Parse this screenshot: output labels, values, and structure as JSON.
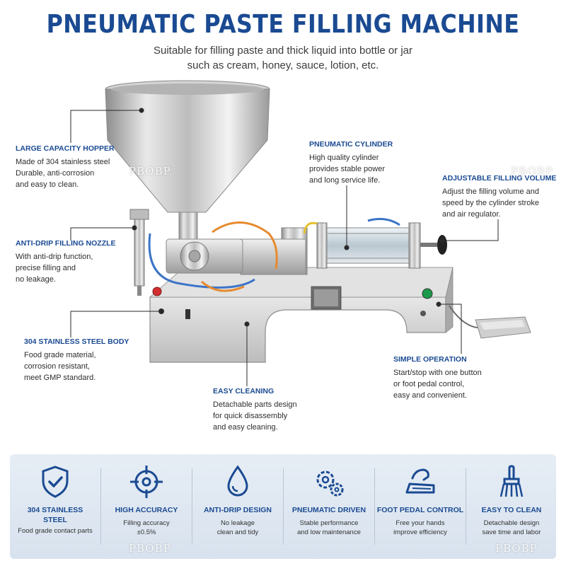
{
  "title": "PNEUMATIC PASTE FILLING MACHINE",
  "subtitle": {
    "line1": "Suitable for filling paste and thick liquid into bottle or jar",
    "line2": "such as cream, honey, sauce, lotion, etc."
  },
  "callouts": {
    "hopper": {
      "title": "LARGE CAPACITY HOPPER",
      "lines": [
        "Made of 304 stainless steel",
        "Durable, anti-corrosion",
        "and easy to clean."
      ]
    },
    "nozzle": {
      "title": "ANTI-DRIP FILLING NOZZLE",
      "lines": [
        "With anti-drip function,",
        "precise filling and",
        "no leakage."
      ]
    },
    "body": {
      "title": "304 STAINLESS STEEL BODY",
      "lines": [
        "Food grade material,",
        "corrosion resistant,",
        "meet GMP standard."
      ]
    },
    "cylinder": {
      "title": "PNEUMATIC CYLINDER",
      "lines": [
        "High quality cylinder",
        "provides stable power",
        "and long service life."
      ]
    },
    "volume": {
      "title": "ADJUSTABLE FILLING VOLUME",
      "lines": [
        "Adjust the filling volume and",
        "speed by the cylinder stroke",
        "and air regulator."
      ]
    },
    "operation": {
      "title": "SIMPLE OPERATION",
      "lines": [
        "Start/stop with one button",
        "or foot pedal control,",
        "easy and convenient."
      ]
    },
    "cleaning": {
      "title": "EASY CLEANING",
      "lines": [
        "Detachable parts design",
        "for quick disassembly",
        "and easy cleaning."
      ]
    }
  },
  "watermark": "PBOBP",
  "features": [
    {
      "icon": "shield-check-icon",
      "name": [
        "304 STAINLESS",
        "STEEL"
      ],
      "desc": [
        "Food grade contact parts"
      ]
    },
    {
      "icon": "crosshair-icon",
      "name": [
        "HIGH ACCURACY"
      ],
      "desc": [
        "Filling accuracy",
        "±0.5%"
      ]
    },
    {
      "icon": "drop-icon",
      "name": [
        "ANTI-DRIP DESIGN"
      ],
      "desc": [
        "No leakage",
        "clean and tidy"
      ]
    },
    {
      "icon": "gears-icon",
      "name": [
        "PNEUMATIC DRIVEN"
      ],
      "desc": [
        "Stable performance",
        "and low maintenance"
      ]
    },
    {
      "icon": "foot-pedal-icon",
      "name": [
        "FOOT PEDAL CONTROL"
      ],
      "desc": [
        "Free your hands",
        "improve efficiency"
      ]
    },
    {
      "icon": "brush-icon",
      "name": [
        "EASY TO CLEAN"
      ],
      "desc": [
        "Detachable design",
        "save time and labor"
      ]
    }
  ],
  "colors": {
    "accent": "#1a4a92",
    "text": "#2e2e2e",
    "panel": "#dfe7f1",
    "steel": "#c8c8c8"
  }
}
